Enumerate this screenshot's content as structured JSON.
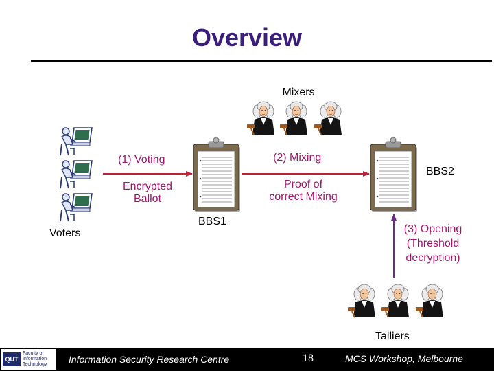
{
  "slide": {
    "title": "Overview"
  },
  "diagram": {
    "mixers_label": "Mixers",
    "voters_label": "Voters",
    "talliers_label": "Talliers",
    "bbs1_label": "BBS1",
    "bbs2_label": "BBS2",
    "voting_label": "(1) Voting",
    "encrypted_ballot_label_line1": "Encrypted",
    "encrypted_ballot_label_line2": "Ballot",
    "mixing_label": "(2) Mixing",
    "proof_label_line1": "Proof of",
    "proof_label_line2": "correct Mixing",
    "opening_label_line1": "(3) Opening",
    "opening_label_line2": "(Threshold",
    "opening_label_line3": "decryption)",
    "arrow_color": "#c0213a",
    "vertical_arrow_color": "#6b2a8c",
    "label_accent_color": "#a0166e"
  },
  "footer": {
    "logo_text": "QUT",
    "logo_subtext_line1": "Faculty of",
    "logo_subtext_line2": "Information",
    "logo_subtext_line3": "Technology",
    "centre_name": "Information Security Research Centre",
    "page_number": "18",
    "event": "MCS Workshop, Melbourne"
  }
}
